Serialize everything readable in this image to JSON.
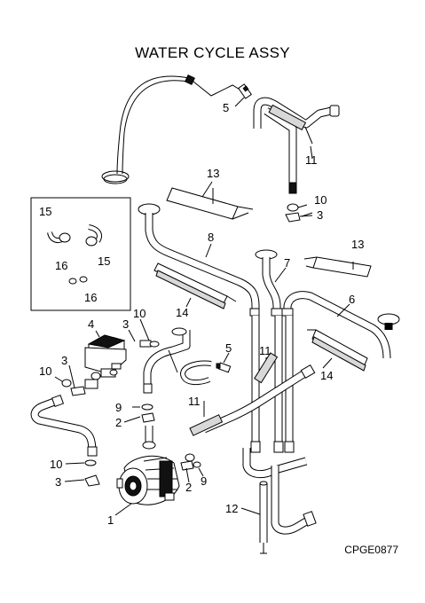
{
  "title": "WATER CYCLE ASSY",
  "drawing_code": "CPGE0877",
  "callouts": {
    "c1": "1",
    "c2a": "2",
    "c2b": "2",
    "c3a": "3",
    "c3b": "3",
    "c3c": "3",
    "c3d": "3",
    "c4": "4",
    "c5a": "5",
    "c5b": "5",
    "c6": "6",
    "c7": "7",
    "c8": "8",
    "c9a": "9",
    "c9b": "9",
    "c10a": "10",
    "c10b": "10",
    "c10c": "10",
    "c10d": "10",
    "c11a": "11",
    "c11b": "11",
    "c11c": "11",
    "c12": "12",
    "c13a": "13",
    "c13b": "13",
    "c14a": "14",
    "c14b": "14",
    "c15a": "15",
    "c15b": "15",
    "c16a": "16",
    "c16b": "16"
  }
}
